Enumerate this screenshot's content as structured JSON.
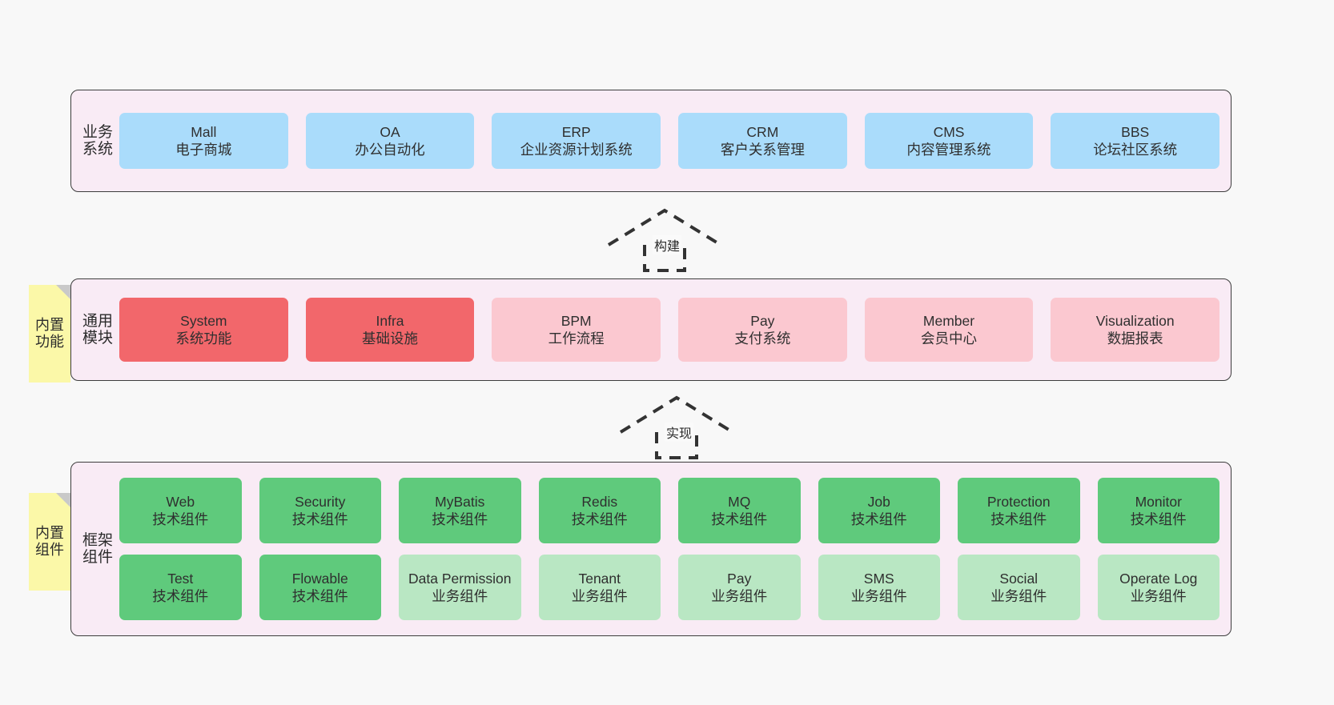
{
  "diagram": {
    "background_color": "#f8f8f8",
    "layer_fill": "#f9ebf5",
    "note_fill": "#fbf8a8",
    "colors": {
      "blue": "#aadcfb",
      "red": "#f2676b",
      "pink": "#fbc8d0",
      "green": "#5fca7c",
      "light_green": "#b9e7c3"
    }
  },
  "layers": [
    {
      "title": "业务系统",
      "rows": [
        [
          {
            "name": "Mall",
            "sub": "电子商城",
            "color": "blue"
          },
          {
            "name": "OA",
            "sub": "办公自动化",
            "color": "blue"
          },
          {
            "name": "ERP",
            "sub": "企业资源计划系统",
            "color": "blue"
          },
          {
            "name": "CRM",
            "sub": "客户关系管理",
            "color": "blue"
          },
          {
            "name": "CMS",
            "sub": "内容管理系统",
            "color": "blue"
          },
          {
            "name": "BBS",
            "sub": "论坛社区系统",
            "color": "blue"
          }
        ]
      ]
    },
    {
      "title": "通用模块",
      "note": "内置功能",
      "rows": [
        [
          {
            "name": "System",
            "sub": "系统功能",
            "color": "red"
          },
          {
            "name": "Infra",
            "sub": "基础设施",
            "color": "red"
          },
          {
            "name": "BPM",
            "sub": "工作流程",
            "color": "pink"
          },
          {
            "name": "Pay",
            "sub": "支付系统",
            "color": "pink"
          },
          {
            "name": "Member",
            "sub": "会员中心",
            "color": "pink"
          },
          {
            "name": "Visualization",
            "sub": "数据报表",
            "color": "pink"
          }
        ]
      ]
    },
    {
      "title": "框架组件",
      "note": "内置组件",
      "rows": [
        [
          {
            "name": "Web",
            "sub": "技术组件",
            "color": "green"
          },
          {
            "name": "Security",
            "sub": "技术组件",
            "color": "green"
          },
          {
            "name": "MyBatis",
            "sub": "技术组件",
            "color": "green"
          },
          {
            "name": "Redis",
            "sub": "技术组件",
            "color": "green"
          },
          {
            "name": "MQ",
            "sub": "技术组件",
            "color": "green"
          },
          {
            "name": "Job",
            "sub": "技术组件",
            "color": "green"
          },
          {
            "name": "Protection",
            "sub": "技术组件",
            "color": "green"
          },
          {
            "name": "Monitor",
            "sub": "技术组件",
            "color": "green"
          }
        ],
        [
          {
            "name": "Test",
            "sub": "技术组件",
            "color": "green"
          },
          {
            "name": "Flowable",
            "sub": "技术组件",
            "color": "green"
          },
          {
            "name": "Data Permission",
            "sub": "业务组件",
            "color": "light_green"
          },
          {
            "name": "Tenant",
            "sub": "业务组件",
            "color": "light_green"
          },
          {
            "name": "Pay",
            "sub": "业务组件",
            "color": "light_green"
          },
          {
            "name": "SMS",
            "sub": "业务组件",
            "color": "light_green"
          },
          {
            "name": "Social",
            "sub": "业务组件",
            "color": "light_green"
          },
          {
            "name": "Operate Log",
            "sub": "业务组件",
            "color": "light_green"
          }
        ]
      ]
    }
  ],
  "arrows": [
    {
      "label": "构建",
      "style": "dashed-generalization",
      "direction": "up"
    },
    {
      "label": "实现",
      "style": "dashed-generalization",
      "direction": "up"
    }
  ]
}
